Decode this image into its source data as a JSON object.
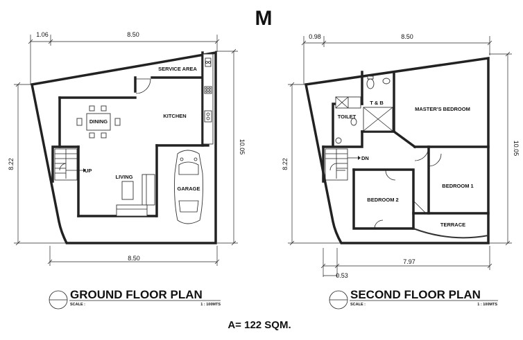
{
  "header": {
    "letter": "M"
  },
  "ground_floor": {
    "title": "GROUND FLOOR PLAN",
    "scale_label": "SCALE :",
    "scale_value": "1 : 100MTS",
    "rooms": {
      "service_area": "SERVICE AREA",
      "kitchen": "KITCHEN",
      "dining": "DINING",
      "living": "LIVING",
      "garage": "GARAGE",
      "stair_up": "UP"
    },
    "dimensions": {
      "top_offset": "1.06",
      "top_width": "8.50",
      "left_height": "8.22",
      "right_height": "10.05",
      "bottom_width": "8.50"
    }
  },
  "second_floor": {
    "title": "SECOND FLOOR PLAN",
    "scale_label": "SCALE :",
    "scale_value": "1 : 100MTS",
    "rooms": {
      "masters_bedroom": "MASTER'S BEDROOM",
      "toilet_bath": "T & B",
      "toilet": "TOILET",
      "bedroom_1": "BEDROOM 1",
      "bedroom_2": "BEDROOM 2",
      "terrace": "TERRACE",
      "stair_down": "DN"
    },
    "dimensions": {
      "top_offset": "0.98",
      "top_width": "8.50",
      "left_height": "8.22",
      "right_height": "10.05",
      "bottom_width": "7.97",
      "bottom_offset": "0.53"
    }
  },
  "area_label": "A= 122 SQM."
}
